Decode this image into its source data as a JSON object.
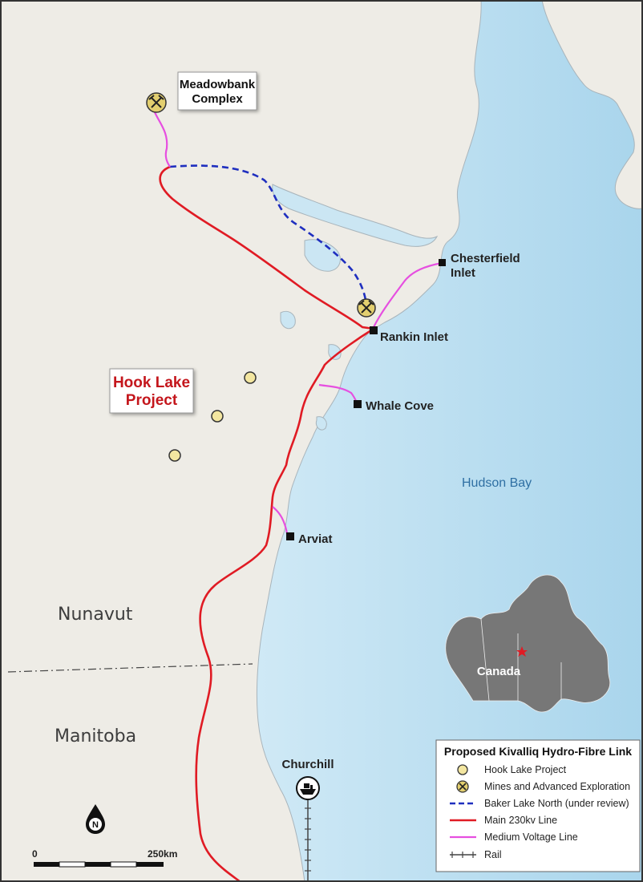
{
  "map": {
    "colors": {
      "land": "#eeece6",
      "water": "#bfe0f1",
      "main_line": "#e01b24",
      "medium_line": "#e64fe0",
      "baker_line": "#1f2fbf",
      "hook_marker": "#f3e6a0",
      "mine_marker": "#e3cf6f"
    },
    "callouts": {
      "meadowbank_line1": "Meadowbank",
      "meadowbank_line2": "Complex",
      "hook_line1": "Hook Lake",
      "hook_line2": "Project"
    },
    "communities": {
      "chesterfield_line1": "Chesterfield",
      "chesterfield_line2": "Inlet",
      "rankin": "Rankin Inlet",
      "whale_cove": "Whale Cove",
      "arviat": "Arviat",
      "churchill": "Churchill"
    },
    "regions": {
      "nunavut": "Nunavut",
      "manitoba": "Manitoba",
      "hudson_bay": "Hudson Bay"
    },
    "inset": {
      "label": "Canada"
    },
    "scale": {
      "start": "0",
      "end": "250km",
      "north": "N"
    },
    "legend": {
      "title": "Proposed Kivalliq Hydro-Fibre Link",
      "items": [
        {
          "label": "Hook Lake Project"
        },
        {
          "label": "Mines and Advanced Exploration"
        },
        {
          "label": "Baker Lake North (under review)"
        },
        {
          "label": "Main 230kv Line"
        },
        {
          "label": "Medium Voltage Line"
        },
        {
          "label": "Rail"
        }
      ]
    }
  }
}
